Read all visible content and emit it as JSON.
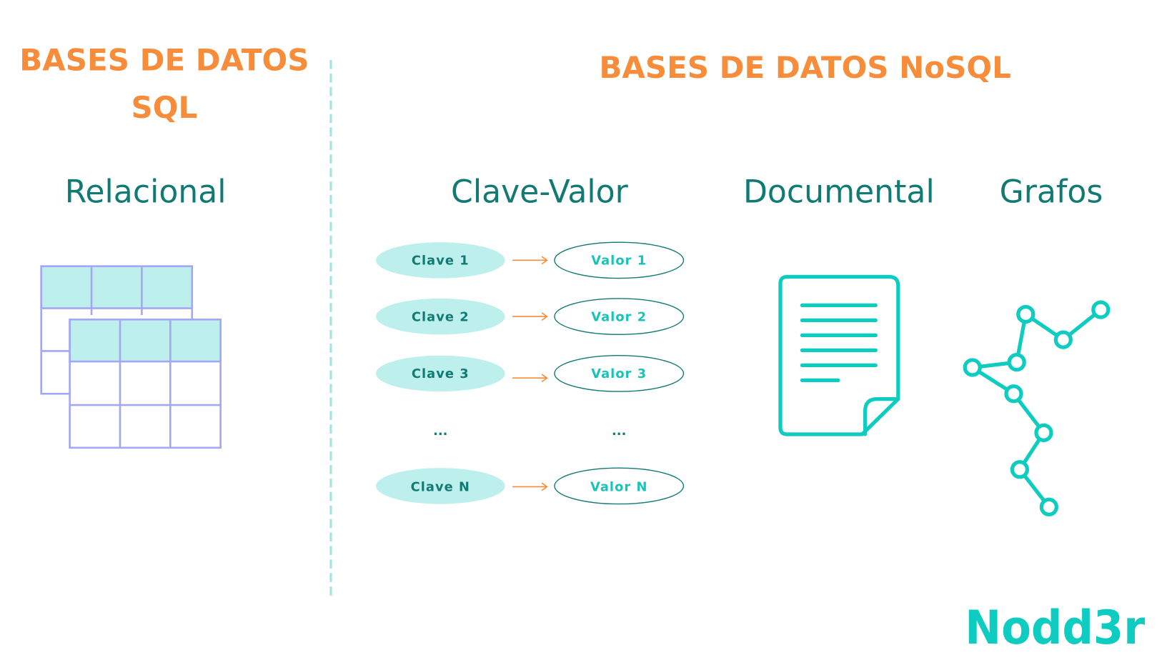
{
  "sql": {
    "title_line1": "BASES DE DATOS",
    "title_line2": "SQL",
    "category": "Relacional"
  },
  "nosql": {
    "title": "BASES DE DATOS NoSQL",
    "categories": [
      "Clave-Valor",
      "Documental",
      "Grafos"
    ],
    "pairs": [
      {
        "key": "Clave 1",
        "value": "Valor 1"
      },
      {
        "key": "Clave 2",
        "value": "Valor 2"
      },
      {
        "key": "Clave 3",
        "value": "Valor 3"
      },
      {
        "key": "...",
        "value": "..."
      },
      {
        "key": "Clave N",
        "value": "Valor N"
      }
    ]
  },
  "logo": "Nodd3r",
  "colors": {
    "orange": "#f78d3a",
    "teal_dark": "#117a73",
    "teal": "#0ecdc0",
    "teal_light": "#bdf0ec",
    "table_border": "#a3a8f5"
  },
  "icons": [
    "table-icon",
    "document-icon",
    "graph-icon",
    "arrow-right-icon"
  ]
}
